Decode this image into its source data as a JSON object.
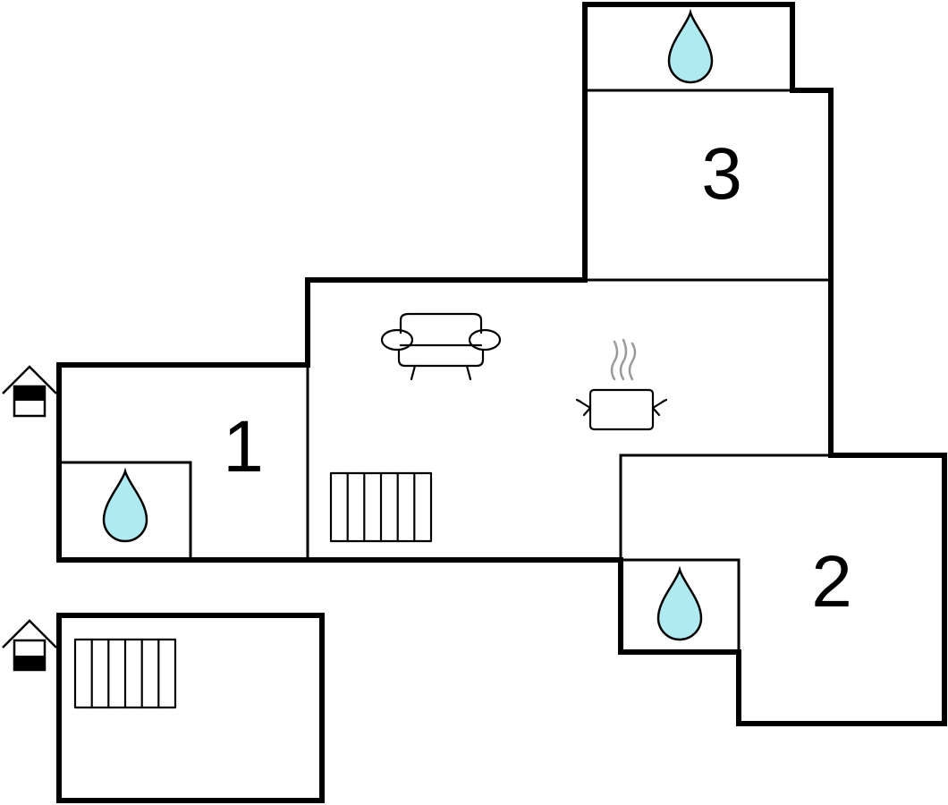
{
  "rooms": [
    {
      "id": "bedroom-1",
      "label": "1"
    },
    {
      "id": "bedroom-2",
      "label": "2"
    },
    {
      "id": "bedroom-3",
      "label": "3"
    }
  ],
  "icons": {
    "bathroom": "water-drop-icon",
    "living": "sofa-icon",
    "kitchen": "cooking-pot-icon",
    "heating": "radiator-icon",
    "floor": "house-floor-icon"
  },
  "colors": {
    "wall": "#000000",
    "water": "#aeeaf0",
    "steam": "#9a9a9a",
    "background": "#ffffff"
  }
}
